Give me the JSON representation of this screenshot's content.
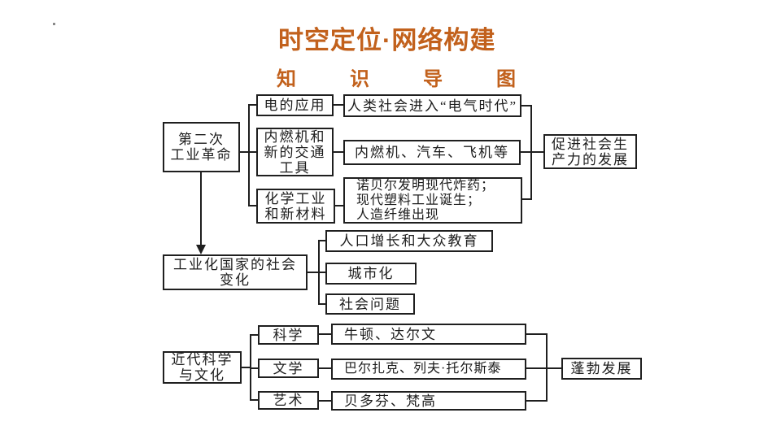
{
  "header": {
    "title": "时空定位·网络构建",
    "subtitle": "知识导图"
  },
  "colors": {
    "accent": "#c2611c",
    "line": "#1f1f1f",
    "background": "#ffffff"
  },
  "diagram": {
    "industrial": {
      "root": "第二次\n工业革命",
      "electricity": {
        "label": "电的应用",
        "result": "人类社会进入“电气时代”"
      },
      "engine": {
        "label": "内燃机和\n新的交通\n工具",
        "result": "内燃机、汽车、飞机等"
      },
      "chemical": {
        "label": "化学工业\n和新材料",
        "result": "诺贝尔发明现代炸药；\n现代塑料工业诞生；\n人造纤维出现"
      },
      "outcome": "促进社会生\n产力的发展"
    },
    "social": {
      "root": "工业化国家的社会\n变化",
      "branches": [
        "人口增长和大众教育",
        "城市化",
        "社会问题"
      ]
    },
    "culture": {
      "root": "近代科学\n与文化",
      "rows": [
        {
          "category": "科学",
          "examples": "牛顿、达尔文"
        },
        {
          "category": "文学",
          "examples": "巴尔扎克、列夫·托尔斯泰"
        },
        {
          "category": "艺术",
          "examples": "贝多芬、梵高"
        }
      ],
      "outcome": "蓬勃发展"
    }
  }
}
